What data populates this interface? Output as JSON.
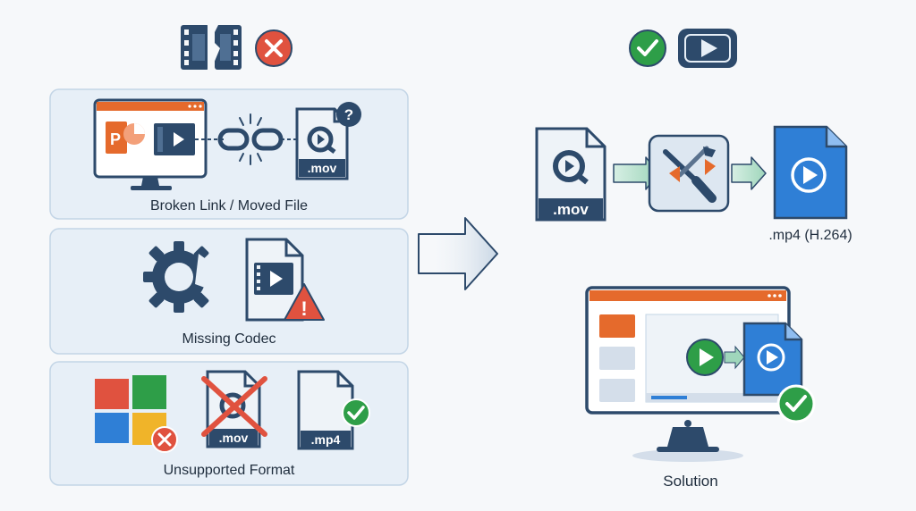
{
  "problems": [
    {
      "label": "Broken Link / Moved File",
      "file_ext": ".mov",
      "badge": "?"
    },
    {
      "label": "Missing Codec",
      "badge": "!"
    },
    {
      "label": "Unsupported Format",
      "file_ext_bad": ".mov",
      "file_ext_good": ".mp4"
    }
  ],
  "conversion": {
    "source_ext": ".mov",
    "target_label": ".mp4 (H.264)"
  },
  "solution": {
    "label": "Solution"
  },
  "colors": {
    "navy": "#2d4a6b",
    "panel_bg": "#e7eff7",
    "panel_border": "#c3d5e6",
    "red": "#e0523f",
    "green": "#2e9e48",
    "orange": "#e56a2c",
    "blue": "#2f7fd6",
    "light_file": "#eef3f8"
  },
  "icons": [
    "broken-film-icon",
    "error-x-icon",
    "success-check-icon",
    "play-icon",
    "broken-chain-icon",
    "gear-icon",
    "warning-icon",
    "windows-logo-icon",
    "tools-icon",
    "arrow-right-icon"
  ]
}
